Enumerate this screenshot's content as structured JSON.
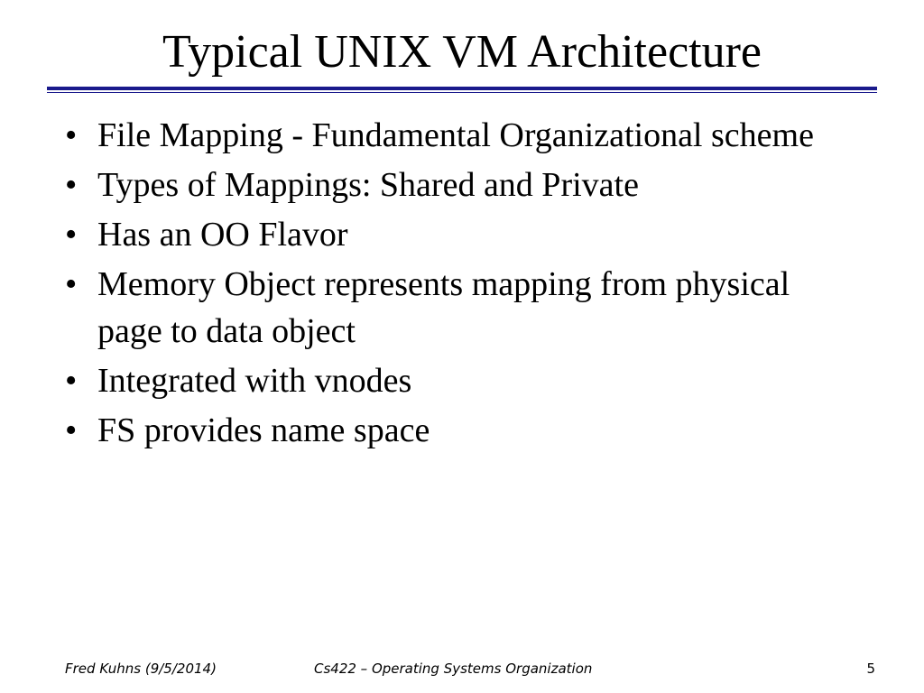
{
  "slide": {
    "title": "Typical UNIX VM Architecture",
    "bullet_glyph": "•",
    "bullets": [
      "File Mapping - Fundamental Organizational scheme",
      "Types of Mappings: Shared and Private",
      "Has an OO Flavor",
      "Memory Object represents mapping from physical page to data object",
      "Integrated with vnodes",
      "FS provides name space"
    ]
  },
  "footer": {
    "author": "Fred Kuhns (9/5/2014)",
    "course": "Cs422 – Operating Systems Organization",
    "page_number": "5"
  },
  "colors": {
    "rule": "#1a1a8c",
    "text": "#000000",
    "background": "#ffffff"
  }
}
